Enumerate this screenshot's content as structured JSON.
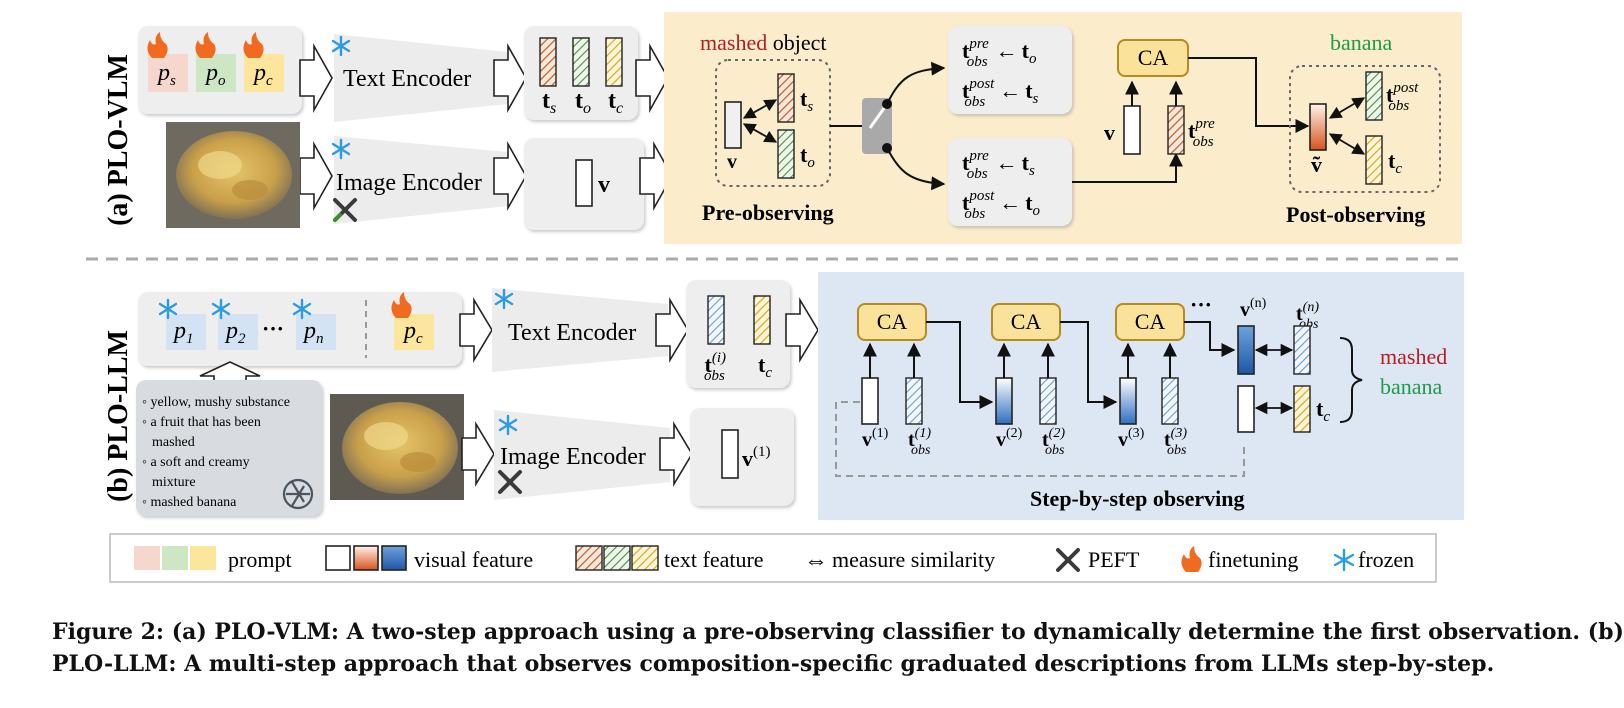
{
  "section_a": {
    "label": "(a) PLO-VLM",
    "text_encoder": "Text Encoder",
    "image_encoder": "Image Encoder",
    "prompts": [
      "p",
      "p",
      "p"
    ],
    "prompt_subs": [
      "s",
      "o",
      "c"
    ],
    "text_feature_base": "t",
    "text_feature_subs": [
      "s",
      "o",
      "c"
    ],
    "visual_feature": "v",
    "visual_feature_tilde": "ṽ",
    "mashed_word": "mashed",
    "object_word": "object",
    "banana_word": "banana",
    "pre_observing": "Pre-observing",
    "post_observing": "Post-observing",
    "ca": "CA",
    "obs_sub": "obs",
    "pre_sup": "pre",
    "post_sup": "post",
    "arrow_left": "←"
  },
  "section_b": {
    "label": "(b) PLO-LLM",
    "text_encoder": "Text Encoder",
    "image_encoder": "Image Encoder",
    "prompts": [
      "p",
      "p",
      "p",
      "p"
    ],
    "prompt_subs": [
      "1",
      "2",
      "n",
      "c"
    ],
    "ellipsis": "···",
    "descriptions": [
      "◦ yellow, mushy substance",
      "◦ a fruit that has been",
      "mashed",
      "◦ a soft and creamy",
      "mixture",
      "◦ mashed banana"
    ],
    "ti_sup": "(i)",
    "v1_sup": "(1)",
    "v2_sup": "(2)",
    "v3_sup": "(3)",
    "vn_sup": "(n)",
    "step_label": "Step-by-step observing",
    "result_mashed": "mashed",
    "result_banana": "banana"
  },
  "legend": {
    "prompt": "prompt",
    "visual_feature": "visual feature",
    "text_feature": "text feature",
    "measure_similarity": "measure similarity",
    "peft": "PEFT",
    "finetuning": "finetuning",
    "frozen": "frozen",
    "similarity_glyph": "⇔"
  },
  "caption": {
    "line1": "Figure 2: (a) PLO-VLM: A two-step approach using a pre-observing classifier to dynamically determine the first observation. (b)",
    "line2": "PLO-LLM: A multi-step approach that observes composition-specific graduated descriptions from LLMs step-by-step."
  },
  "colors": {
    "panel_a_bg": "#fbeccb",
    "panel_b_bg": "#dde7f3",
    "ca_fill": "#fbe29a",
    "ca_stroke": "#b58a1e",
    "mashed_red": "#b21f24",
    "banana_green": "#1f9a4b",
    "prompt_pink": "#f5d7cd",
    "prompt_green": "#cde6c4",
    "prompt_yellow": "#fbe69c",
    "prompt_blue": "#d4e3f4",
    "text_orange": "#b5622c",
    "text_green": "#4d8b46",
    "text_yellow": "#d9a621",
    "text_blue": "#6b9bd0"
  }
}
